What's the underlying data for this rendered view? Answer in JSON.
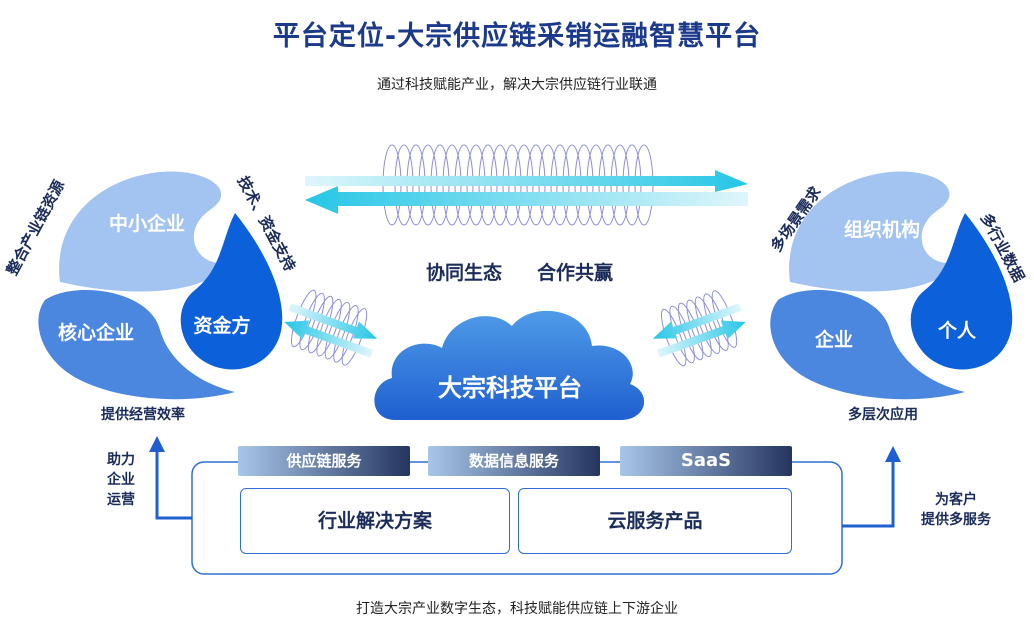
{
  "title": "平台定位-大宗供应链采销运融智慧平台",
  "subtitle": "通过科技赋能产业，解决大宗供应链行业联通",
  "left_cluster": {
    "top": "中小企业",
    "bottom_left": "核心企业",
    "right": "资金方",
    "arc_left": "整合产业链资源",
    "arc_right": "技术、资金支持",
    "bottom_caption": "提供经营效率"
  },
  "right_cluster": {
    "top": "组织机构",
    "bottom_left": "企业",
    "right": "个人",
    "arc_left": "多场景需求",
    "arc_right": "多行业数据",
    "bottom_caption": "多层次应用"
  },
  "center": {
    "slogan_1": "协同生态",
    "slogan_2": "合作共赢",
    "cloud_label": "大宗科技平台"
  },
  "tabs": [
    "供应链服务",
    "数据信息服务",
    "SaaS"
  ],
  "solutions": [
    "行业解决方案",
    "云服务产品"
  ],
  "left_side_label": [
    "助力",
    "企业",
    "运营"
  ],
  "right_side_label": [
    "为客户",
    "提供多服务"
  ],
  "footer": "打造大宗产业数字生态，科技赋能供应链上下游企业",
  "colors": {
    "title": "#1c3a8c",
    "light_blue": "#9fc0f0",
    "mid_blue": "#3f7fdc",
    "deep_blue": "#0b5ed8",
    "arrow_cyan": "#25c6e6",
    "tab_dark": "#24355f",
    "tab_light": "#a9c6e9"
  }
}
